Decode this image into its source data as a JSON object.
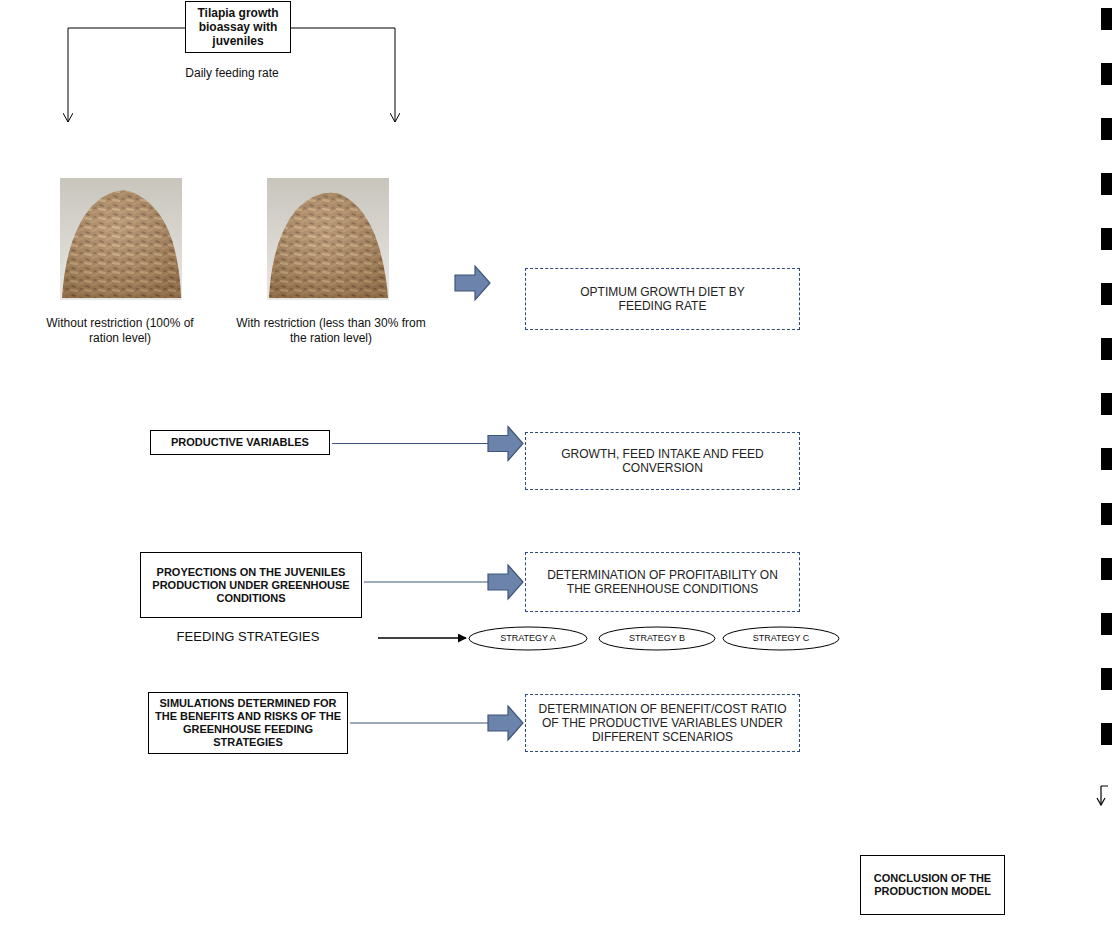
{
  "diagram": {
    "nodes": [
      {
        "text": [
          "Tilapia growth bioassay with juveniles"
        ]
      },
      {
        "text": [
          "OPTIMUM GROWTH DIET BY FEEDING RATE"
        ]
      },
      {
        "text": [
          "PRODUCTIVE VARIABLES"
        ]
      },
      {
        "text": [
          "GROWTH, FEED INTAKE AND FEED CONVERSION"
        ]
      },
      {
        "text": [
          "PROYECTIONS ON THE JUVENILES PRODUCTION UNDER GREENHOUSE CONDITIONS"
        ]
      },
      {
        "text": [
          "DETERMINATION OF PROFITABILITY ON THE GREENHOUSE CONDITIONS"
        ]
      },
      {
        "text": [
          "STRATEGY A"
        ]
      },
      {
        "text": [
          "STRATEGY B"
        ]
      },
      {
        "text": [
          "STRATEGY C"
        ]
      },
      {
        "text": [
          "SIMULATIONS DETERMINED FOR THE BENEFITS AND RISKS OF THE GREENHOUSE FEEDING STRATEGIES"
        ]
      },
      {
        "text": [
          "DETERMINATION OF BENEFIT/COST RATIO OF THE PRODUCTIVE VARIABLES UNDER DIFFERENT SCENARIOS"
        ]
      },
      {
        "text": [
          "CONCLUSION OF THE PRODUCTION MODEL"
        ]
      }
    ],
    "edges": [
      {
        "from": 2,
        "to": 3,
        "arrow": "to"
      },
      {
        "from": 4,
        "to": 5,
        "arrow": "to"
      },
      {
        "from": 9,
        "to": 10,
        "arrow": "to"
      }
    ],
    "labels": [
      "Daily feeding rate",
      "Without restriction (100% of ration level)",
      "With restriction (less than 30% from the ration level)",
      "FEEDING STRATEGIES"
    ]
  }
}
